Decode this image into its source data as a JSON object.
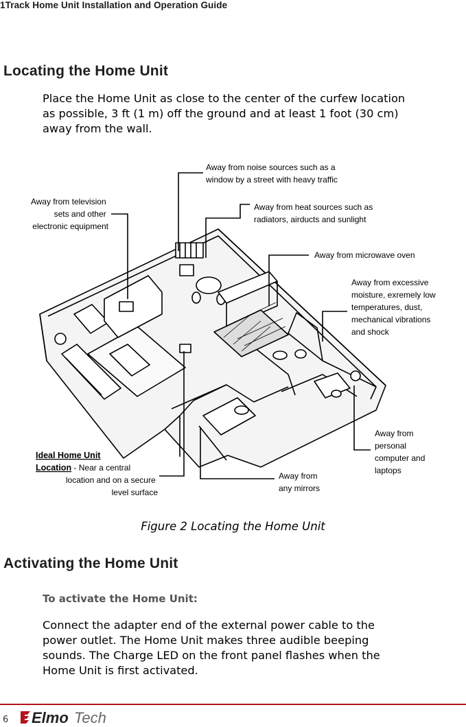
{
  "header": {
    "title": "1Track Home Unit Installation and Operation Guide"
  },
  "section1": {
    "heading": "Locating the Home Unit",
    "paragraph_lines": [
      "Place the Home Unit as close to the center of the curfew location",
      "as possible, 3 ft (1 m) off the ground and at least 1 foot (30 cm)",
      "away from the wall."
    ]
  },
  "figure": {
    "callouts": {
      "noise": [
        "Away from noise sources such as a",
        "window by a street with heavy traffic"
      ],
      "tv": [
        "Away from television",
        "sets and other",
        "electronic equipment"
      ],
      "heat": [
        "Away from heat sources such as",
        "radiators, airducts and sunlight"
      ],
      "microwave": [
        "Away from microwave oven"
      ],
      "moisture": [
        "Away from excessive",
        "moisture, exremely low",
        "temperatures, dust,",
        "mechanical vibrations",
        "and  shock"
      ],
      "computer": [
        "Away from",
        "personal",
        "computer and",
        "laptops"
      ],
      "mirrors": [
        "Away from",
        "any mirrors"
      ],
      "ideal_title": [
        "Ideal Home Unit",
        "Location"
      ],
      "ideal_rest": [
        " - Near a central",
        "location and on a secure",
        "level surface"
      ]
    },
    "caption": "Figure 2  Locating the Home Unit"
  },
  "section2": {
    "heading": "Activating the Home Unit",
    "subheading": "To activate the Home Unit:",
    "paragraph_lines": [
      "Connect the adapter end of the external power cable to the",
      "power outlet. The Home Unit makes three audible beeping",
      "sounds. The Charge LED on the front panel flashes when the",
      "Home Unit is first activated."
    ]
  },
  "footer": {
    "page_number": "6",
    "logo_text": "ElmoTech",
    "accent_color": "#b5121b"
  }
}
